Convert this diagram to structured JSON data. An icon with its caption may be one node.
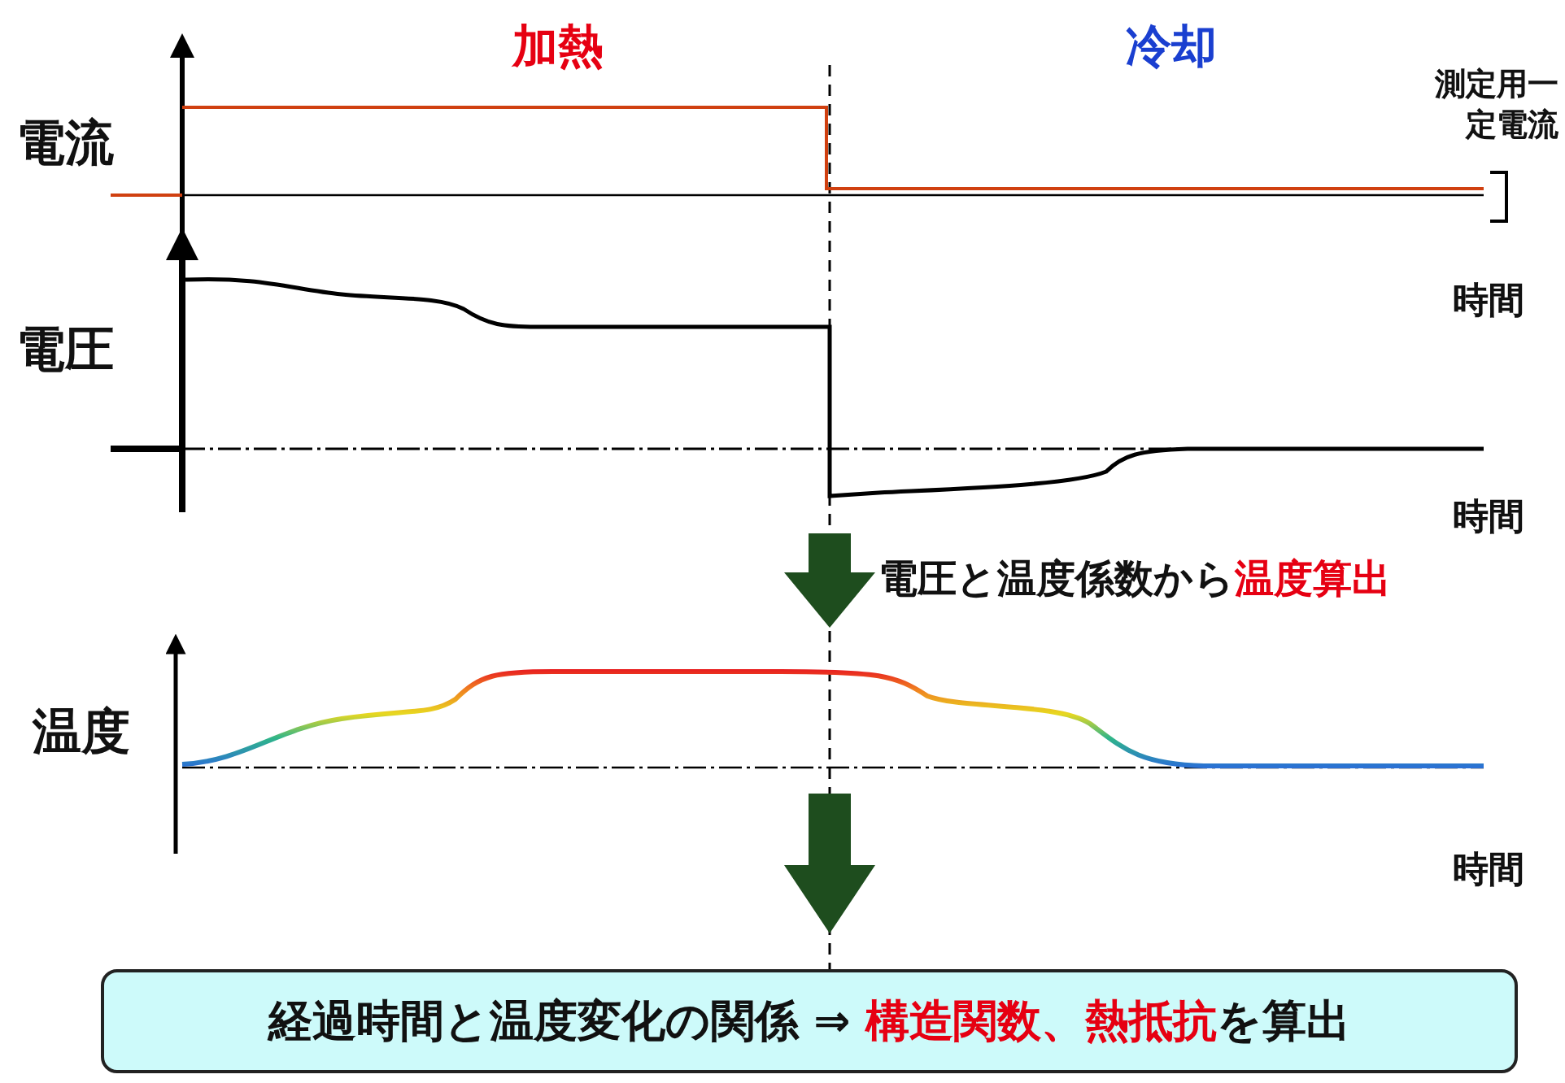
{
  "diagram": {
    "nodes": [
      {
        "text": [
          "経過時間と温度変化の関係 ⇒ **構造関数、熱抵抗**を算出"
        ]
      }
    ],
    "labels": [
      "加熱",
      "冷却",
      "測定用一定電流",
      "電流",
      "時間",
      "電圧",
      "時間",
      "電圧と温度係数から**温度算出**",
      "温度",
      "時間"
    ]
  }
}
